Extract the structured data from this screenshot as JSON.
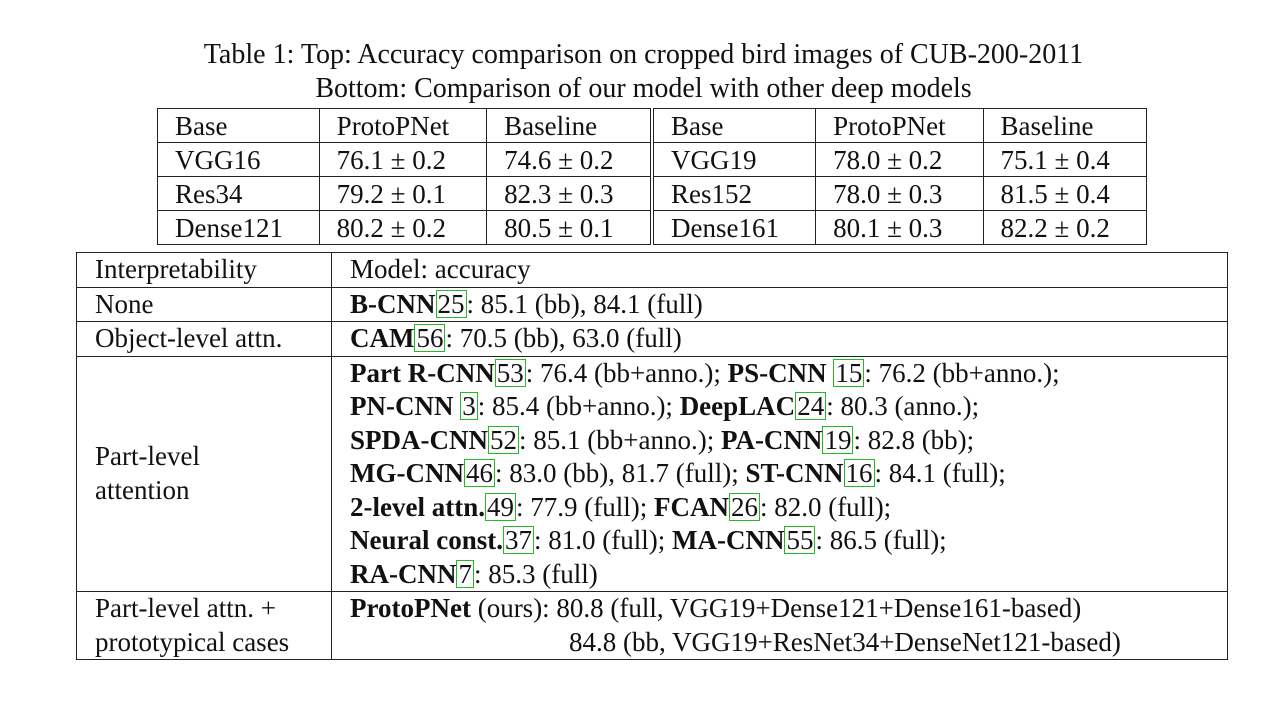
{
  "caption": {
    "line1": "Table 1: Top: Accuracy comparison on cropped bird images of CUB-200-2011",
    "line2": "Bottom: Comparison of our model with other deep models"
  },
  "top_table": {
    "headers": [
      "Base",
      "ProtoPNet",
      "Baseline",
      "Base",
      "ProtoPNet",
      "Baseline"
    ],
    "rows": [
      [
        "VGG16",
        "76.1 ± 0.2",
        "74.6 ± 0.2",
        "VGG19",
        "78.0 ± 0.2",
        "75.1 ± 0.4"
      ],
      [
        "Res34",
        "79.2 ± 0.1",
        "82.3 ± 0.3",
        "Res152",
        "78.0 ± 0.3",
        "81.5 ± 0.4"
      ],
      [
        "Dense121",
        "80.2 ± 0.2",
        "80.5 ± 0.1",
        "Dense161",
        "80.1 ± 0.3",
        "82.2 ± 0.2"
      ]
    ]
  },
  "bottom_table": {
    "headers": [
      "Interpretability",
      "Model: accuracy"
    ],
    "none": {
      "label": "None",
      "m1": "B-CNN",
      "r1": "25",
      "t1": ": 85.1 (bb), 84.1 (full)"
    },
    "object": {
      "label": "Object-level attn.",
      "m1": "CAM",
      "r1": "56",
      "t1": ": 70.5 (bb), 63.0 (full)"
    },
    "part": {
      "label_line1": "Part-level",
      "label_line2": "attention",
      "lines": [
        {
          "m1": "Part R-CNN",
          "r1": "53",
          "t1": ": 76.4 (bb+anno.); ",
          "m2": "PS-CNN",
          "g2": " ",
          "r2": "15",
          "t2": ": 76.2 (bb+anno.);"
        },
        {
          "m1": "PN-CNN",
          "g1": " ",
          "r1": "3",
          "t1": ": 85.4 (bb+anno.); ",
          "m2": "DeepLAC",
          "r2": "24",
          "t2": ": 80.3 (anno.);"
        },
        {
          "m1": "SPDA-CNN",
          "r1": "52",
          "t1": ": 85.1 (bb+anno.); ",
          "m2": "PA-CNN",
          "r2": "19",
          "t2": ": 82.8 (bb);"
        },
        {
          "m1": "MG-CNN",
          "r1": "46",
          "t1": ": 83.0 (bb), 81.7 (full); ",
          "m2": "ST-CNN",
          "r2": "16",
          "t2": ": 84.1 (full);"
        },
        {
          "m1": "2-level attn.",
          "r1": "49",
          "t1": ": 77.9 (full); ",
          "m2": "FCAN",
          "r2": "26",
          "t2": ": 82.0 (full);"
        },
        {
          "m1": "Neural const.",
          "r1": "37",
          "t1": ": 81.0 (full); ",
          "m2": "MA-CNN",
          "r2": "55",
          "t2": ": 86.5 (full);"
        },
        {
          "m1": "RA-CNN",
          "r1": "7",
          "t1": ": 85.3 (full)"
        }
      ]
    },
    "proto": {
      "label_line1": "Part-level attn. +",
      "label_line2": "prototypical cases",
      "m1": "ProtoPNet",
      "t1": " (ours): 80.8 (full, VGG19+Dense121+Dense161-based)",
      "t2": "84.8 (bb, VGG19+ResNet34+DenseNet121-based)"
    }
  }
}
